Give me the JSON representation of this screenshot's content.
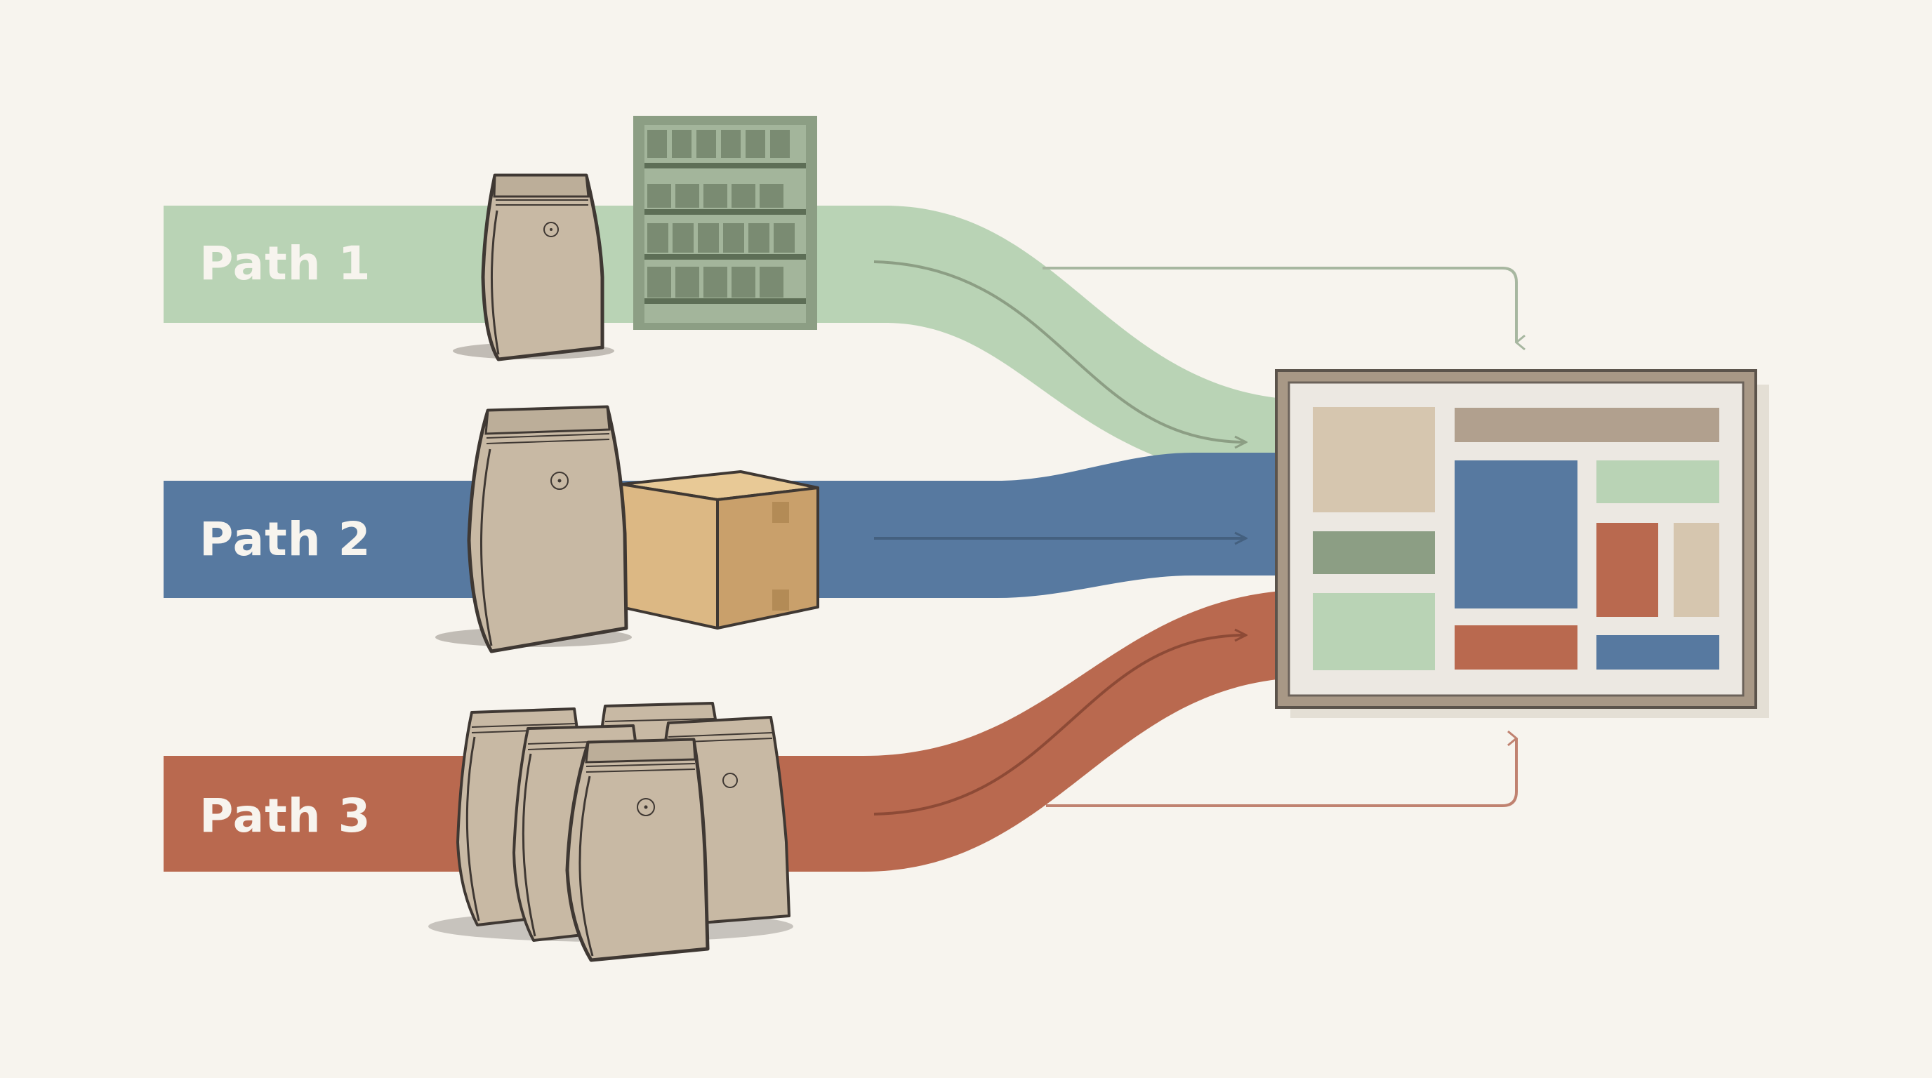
{
  "paths": [
    {
      "id": "path-1",
      "label": "Path 1",
      "color": "#b9d3b5",
      "arrow_color": "#8c9e84",
      "item": "single-bag-with-retail-shelf"
    },
    {
      "id": "path-2",
      "label": "Path 2",
      "color": "#5779a0",
      "arrow_color": "#44607f",
      "item": "bag-with-shipping-box"
    },
    {
      "id": "path-3",
      "label": "Path 3",
      "color": "#b9694f",
      "arrow_color": "#8d4a36",
      "item": "multiple-bags"
    }
  ],
  "colors": {
    "background": "#f7f4ee",
    "bag": "#c8b9a4",
    "bag_outline": "#3f3833",
    "shelf": "#8c9e84",
    "box": "#dcb884",
    "dashboard_frame": "#a89886",
    "dashboard_beige": "#d6c6af",
    "dashboard_brown": "#b1a08e"
  },
  "icons": [
    "coffee-bag-icon",
    "retail-shelf-icon",
    "shipping-box-icon",
    "dashboard-icon",
    "arrow-icon"
  ]
}
